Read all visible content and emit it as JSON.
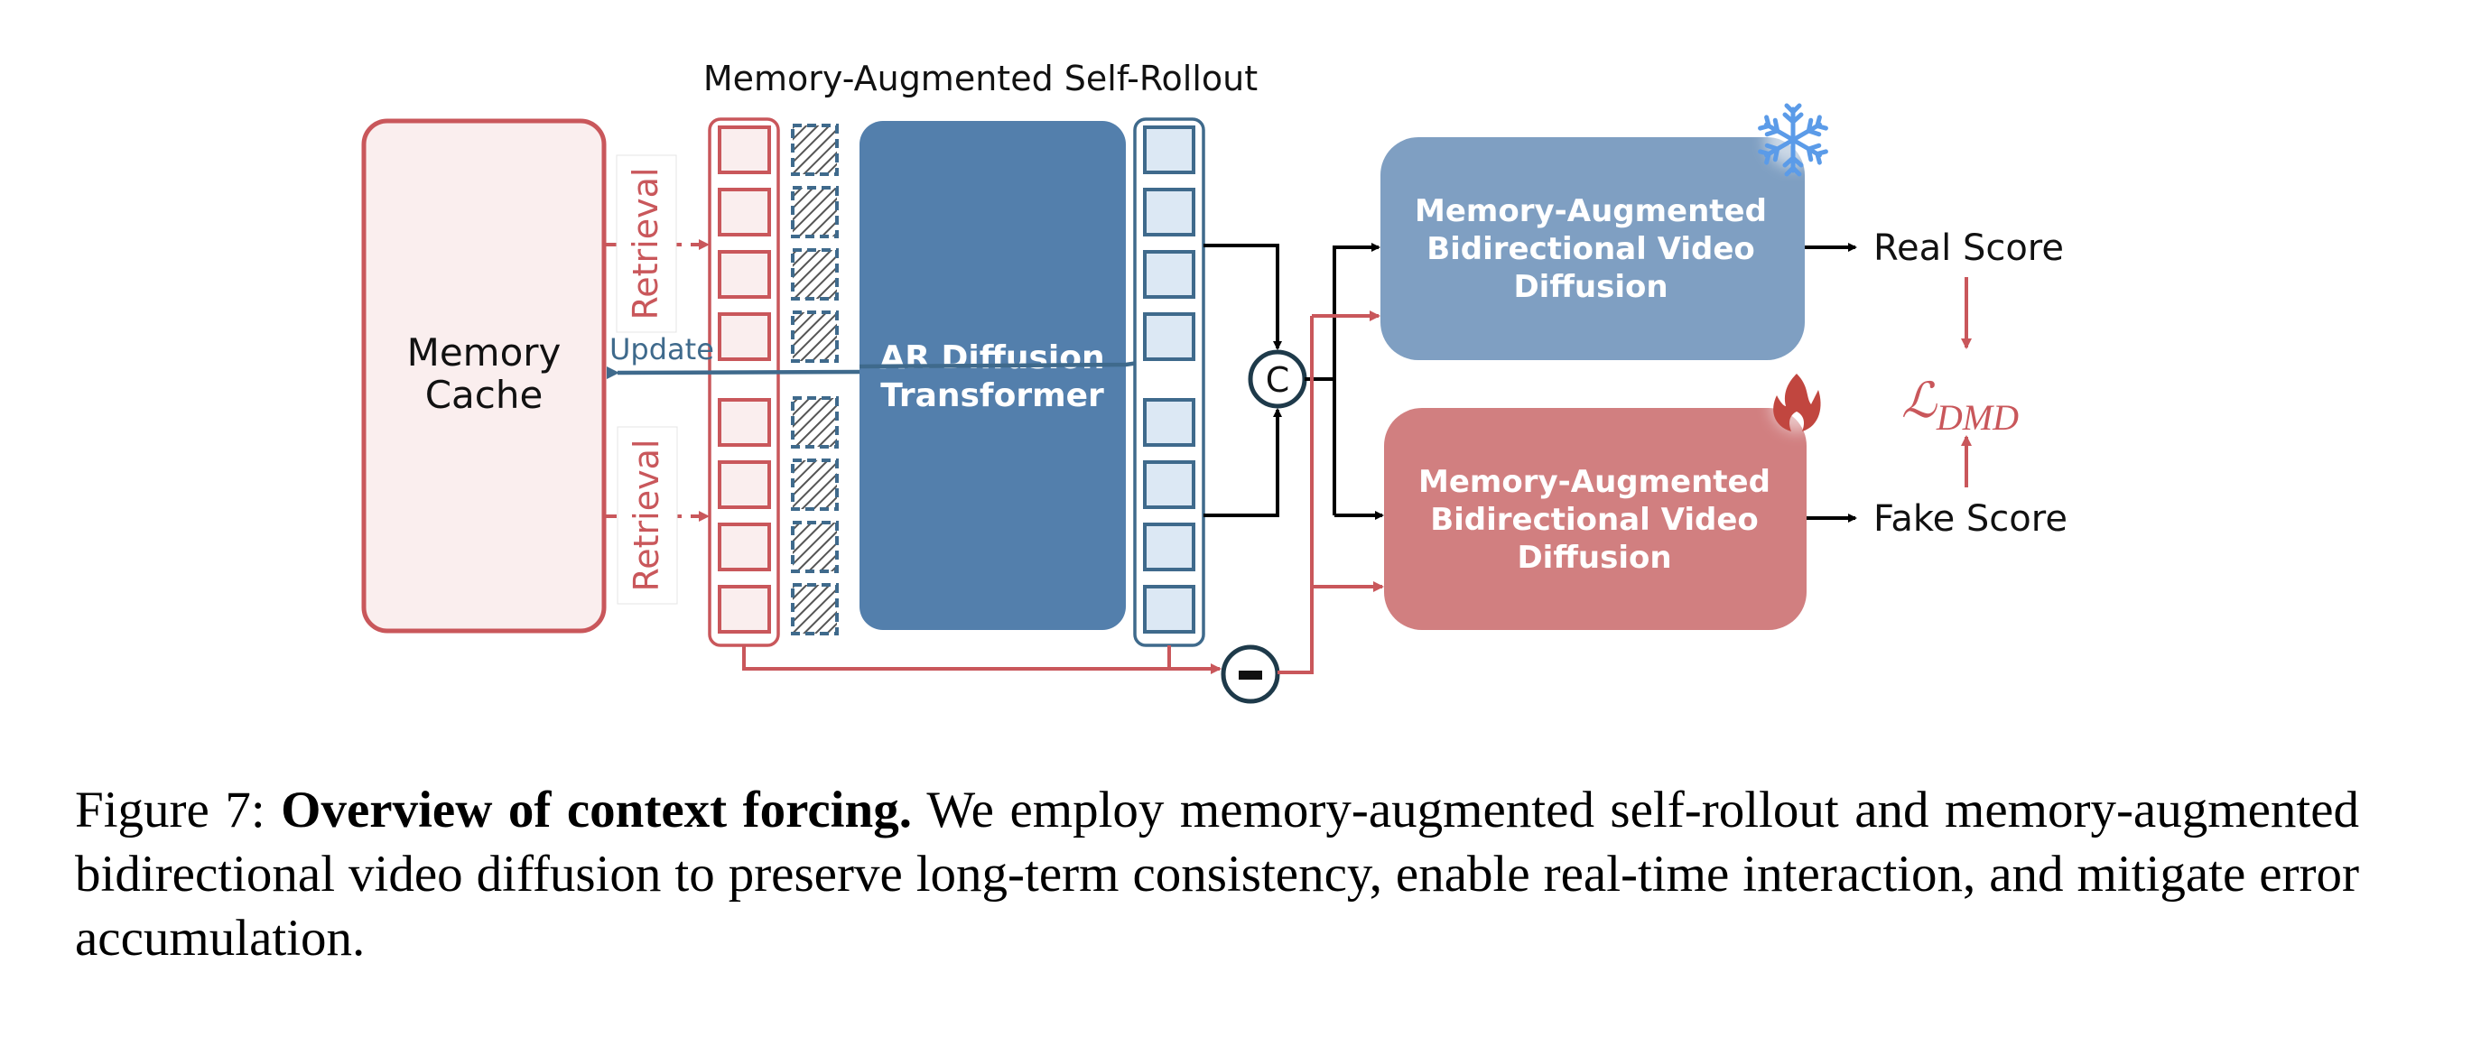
{
  "figure": {
    "title": "Memory-Augmented Self-Rollout",
    "memory_cache": {
      "line1": "Memory",
      "line2": "Cache"
    },
    "retrieval_top": "Retrieval",
    "retrieval_bottom": "Retrieval",
    "update": "Update",
    "ar_transformer": {
      "line1": "AR Diffusion",
      "line2": "Transformer"
    },
    "concat_symbol": "C",
    "minus_symbol": "-",
    "real_model": {
      "line1": "Memory-Augmented",
      "line2": "Bidirectional Video",
      "line3": "Diffusion",
      "badge_icon": "snowflake-icon",
      "state": "frozen"
    },
    "fake_model": {
      "line1": "Memory-Augmented",
      "line2": "Bidirectional Video",
      "line3": "Diffusion",
      "badge_icon": "flame-icon",
      "state": "trainable"
    },
    "real_score": "Real Score",
    "fake_score": "Fake Score",
    "loss": {
      "symbol": "ℒ",
      "subscript": "DMD"
    },
    "context_tokens_per_group": 4,
    "token_groups": 2,
    "colors": {
      "memory_red": "#C9575B",
      "memory_fill": "#FAEEEE",
      "ar_blue": "#537FAC",
      "token_blue_border": "#3F6A8C",
      "token_blue_fill": "#DCE8F4",
      "real_box": "#7F9FC2",
      "fake_box": "#D17F80",
      "circle_stroke": "#1E3A4A",
      "loss_red": "#C9575B",
      "snowflake": "#5B9BE8",
      "flame": "#C1463F"
    }
  },
  "caption": {
    "label": "Figure 7:",
    "bold": "Overview of context forcing.",
    "text": " We employ memory-augmented self-rollout and memory-augmented bidirectional video diffusion to preserve long-term consistency, enable real-time interac­tion, and mitigate error accumulation."
  }
}
